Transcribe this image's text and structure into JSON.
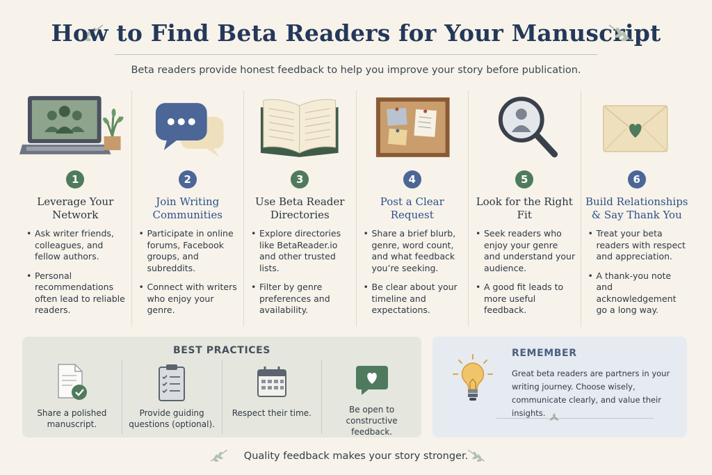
{
  "header": {
    "title": "How to Find Beta Readers for Your Manuscript",
    "subtitle": "Beta readers provide honest feedback to help you improve your story before publication."
  },
  "steps": [
    {
      "number": "1",
      "title": "Leverage Your Network",
      "bullets": [
        "Ask writer friends, colleagues, and fellow authors.",
        "Personal recommendations often lead to reliable readers."
      ],
      "icon": "laptop-video-call-icon"
    },
    {
      "number": "2",
      "title": "Join Writing Communities",
      "bullets": [
        "Participate in online forums, Facebook groups, and subreddits.",
        "Connect with writers who enjoy your genre."
      ],
      "icon": "chat-bubbles-icon"
    },
    {
      "number": "3",
      "title": "Use Beta Reader Directories",
      "bullets": [
        "Explore directories like BetaReader.io and other trusted lists.",
        "Filter by genre preferences and availability."
      ],
      "icon": "open-book-icon"
    },
    {
      "number": "4",
      "title": "Post a Clear Request",
      "bullets": [
        "Share a brief blurb, genre, word count, and what feedback you’re seeking.",
        "Be clear about your timeline and expectations."
      ],
      "icon": "bulletin-board-icon"
    },
    {
      "number": "5",
      "title": "Look for the Right Fit",
      "bullets": [
        "Seek readers who enjoy your genre and understand your audience.",
        "A good fit leads to more useful feedback."
      ],
      "icon": "magnifier-person-icon"
    },
    {
      "number": "6",
      "title": "Build Relationships & Say Thank You",
      "bullets": [
        "Treat your beta readers with respect and appreciation.",
        "A thank-you note and acknowledgement go a long way."
      ],
      "icon": "envelope-heart-icon"
    }
  ],
  "best_practices": {
    "title": "BEST PRACTICES",
    "items": [
      {
        "label": "Share a polished manuscript.",
        "icon": "document-check-icon"
      },
      {
        "label": "Provide guiding questions (optional).",
        "icon": "clipboard-checklist-icon"
      },
      {
        "label": "Respect their time.",
        "icon": "calendar-icon"
      },
      {
        "label": "Be open to constructive feedback.",
        "icon": "speech-heart-icon"
      }
    ]
  },
  "remember": {
    "title": "REMEMBER",
    "text": "Great beta readers are partners in your writing journey. Choose wisely, communicate clearly, and value their insights.",
    "icon": "lightbulb-icon"
  },
  "footer": {
    "text": "Quality feedback makes your story stronger."
  },
  "colors": {
    "background": "#f7f3ea",
    "navy": "#24385a",
    "green": "#4f7a5e",
    "blue": "#4b6697"
  }
}
